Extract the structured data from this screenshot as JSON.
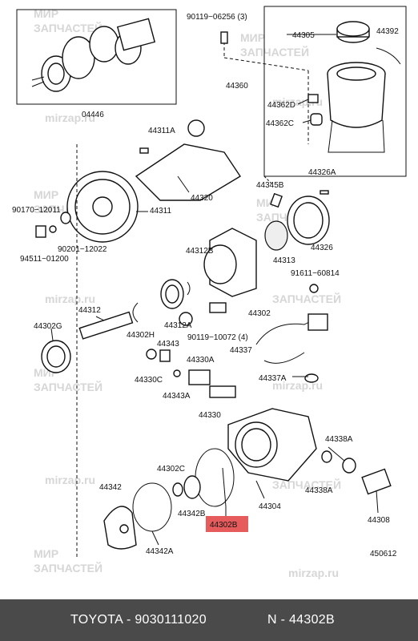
{
  "labels": {
    "l90119_06256": "90119−06256 (3)",
    "l44305": "44305",
    "l44392": "44392",
    "l44360": "44360",
    "l44362D": "44362D",
    "l44362C": "44362C",
    "l04446": "04446",
    "l44311A": "44311A",
    "l44320": "44320",
    "l44311": "44311",
    "l90170": "90170−12011",
    "l90201": "90201−12022",
    "l94511": "94511−01200",
    "l44345B": "44345B",
    "l44326A": "44326A",
    "l44326": "44326",
    "l44313": "44313",
    "l44312B": "44312B",
    "l91611": "91611−60814",
    "l44312": "44312",
    "l44302G": "44302G",
    "l44302H": "44302H",
    "l44312A": "44312A",
    "l44302": "44302",
    "l90119_10072": "90119−10072 (4)",
    "l44343": "44343",
    "l44330A": "44330A",
    "l44337": "44337",
    "l44330C": "44330C",
    "l44343A": "44343A",
    "l44337A": "44337A",
    "l44330": "44330",
    "l44338A": "44338A",
    "l44302C": "44302C",
    "l44342": "44342",
    "l44342B": "44342B",
    "l44304": "44304",
    "l44338A2": "44338A",
    "l44308": "44308",
    "l44302B": "44302B",
    "l44342A": "44342A",
    "l450612": "450612"
  },
  "watermark": {
    "line1": "МИР",
    "line2": "ЗАПЧАСТЕЙ",
    "site": "mirzap.ru"
  },
  "footer": {
    "left": "TOYOTA - 9030111020",
    "right": "N - 44302B"
  }
}
